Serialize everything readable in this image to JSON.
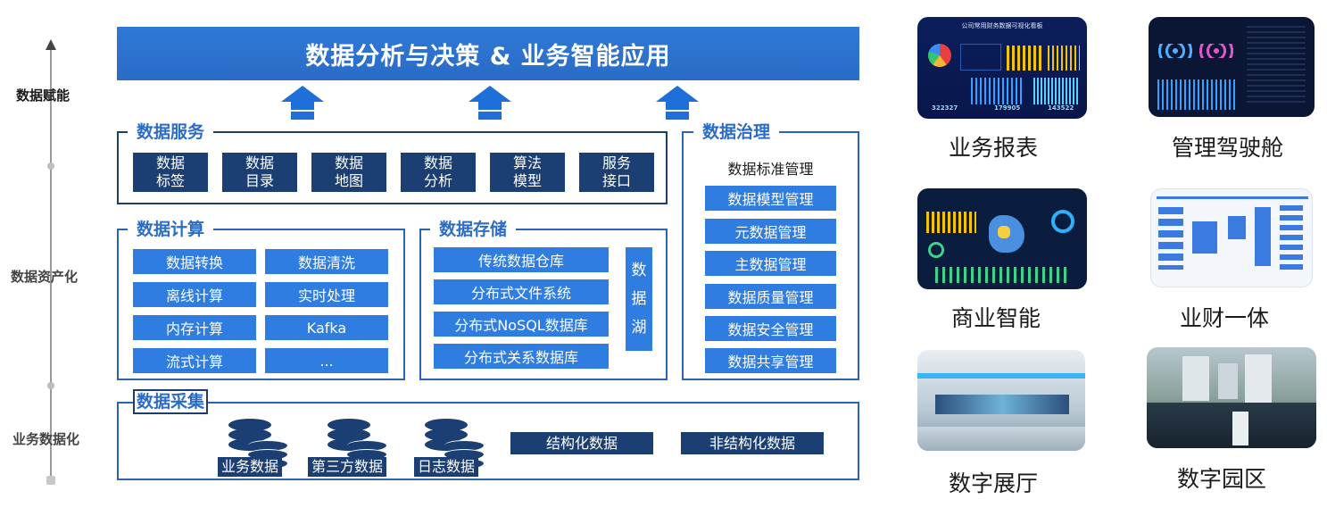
{
  "axis": {
    "labels": [
      "数据赋能",
      "数据资产化",
      "业务数据化"
    ]
  },
  "banner": {
    "title": "数据分析与决策 & 业务智能应用"
  },
  "services": {
    "title": "数据服务",
    "items": [
      "数据\n标签",
      "数据\n目录",
      "数据\n地图",
      "数据\n分析",
      "算法\n模型",
      "服务\n接口"
    ]
  },
  "compute": {
    "title": "数据计算",
    "items": [
      "数据转换",
      "数据清洗",
      "离线计算",
      "实时处理",
      "内存计算",
      "Kafka",
      "流式计算",
      "..."
    ]
  },
  "storage": {
    "title": "数据存储",
    "items": [
      "传统数据仓库",
      "分布式文件系统",
      "分布式NoSQL数据库",
      "分布式关系数据库"
    ],
    "lake": [
      "数",
      "据",
      "湖"
    ]
  },
  "governance": {
    "title": "数据治理",
    "subtitle": "数据标准管理",
    "items": [
      "数据模型管理",
      "元数据管理",
      "主数据管理",
      "数据质量管理",
      "数据安全管理",
      "数据共享管理"
    ]
  },
  "collection": {
    "title": "数据采集",
    "sources": [
      "业务数据",
      "第三方数据",
      "日志数据"
    ],
    "types": [
      "结构化数据",
      "非结构化数据"
    ]
  },
  "thumbnails": [
    {
      "caption": "业务报表",
      "header": "公司常用财务数据可视化看板",
      "figures": [
        "322327",
        "179905",
        "143522"
      ]
    },
    {
      "caption": "管理驾驶舱"
    },
    {
      "caption": "商业智能"
    },
    {
      "caption": "业财一体"
    },
    {
      "caption": "数字展厅"
    },
    {
      "caption": "数字园区"
    }
  ],
  "colors": {
    "primary": "#2f7de0",
    "dark": "#1c3f73",
    "title": "#2a6cc6"
  }
}
